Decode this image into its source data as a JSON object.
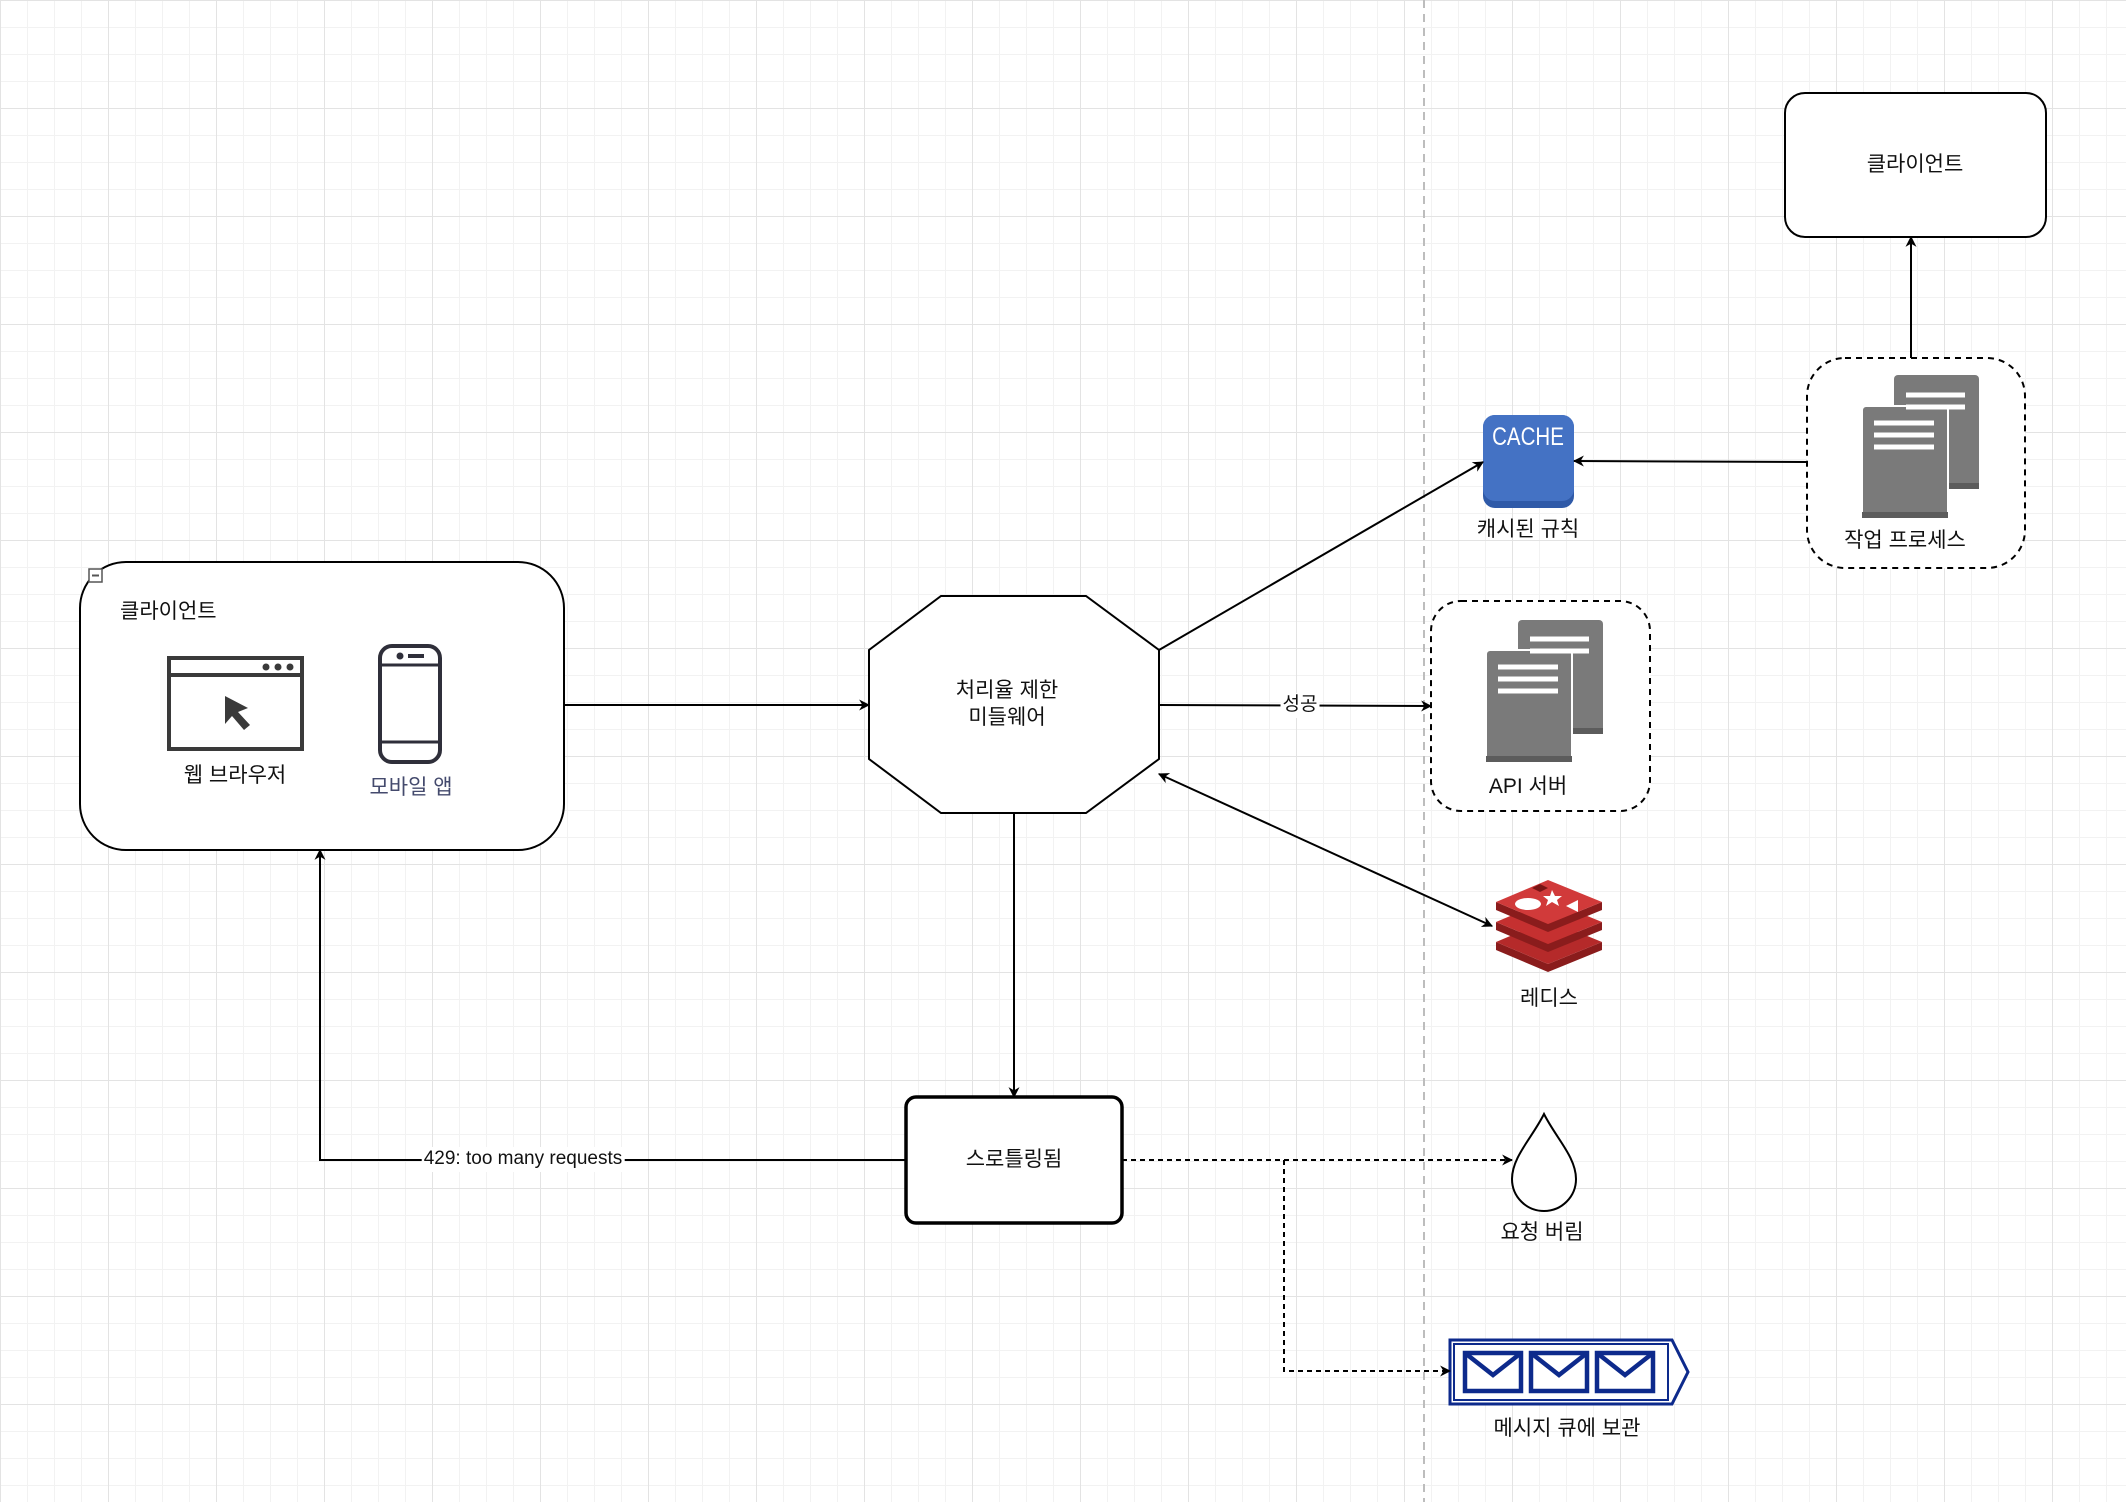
{
  "nodes": {
    "client_group": {
      "label": "클라이언트",
      "web_browser": "웹 브라우저",
      "mobile_app": "모바일 앱"
    },
    "middleware": {
      "line1": "처리율 제한",
      "line2": "미들웨어"
    },
    "throttled": {
      "label": "스로틀링됨"
    },
    "cache": {
      "icon_text": "CACHE",
      "label": "캐시된 규칙"
    },
    "worker": {
      "label": "작업 프로세스"
    },
    "top_client": {
      "label": "클라이언트"
    },
    "api_server": {
      "label": "API 서버"
    },
    "redis": {
      "label": "레디스"
    },
    "drop": {
      "label": "요청 버림"
    },
    "queue": {
      "label": "메시지 큐에 보관"
    }
  },
  "edges": {
    "success": "성공",
    "too_many": "429: too many requests"
  },
  "colors": {
    "cache_blue": "#4472c4",
    "server_gray": "#7a7a7a",
    "redis_red": "#b52a2a",
    "queue_navy": "#0d2a8c",
    "mobile_text": "#444a6d"
  }
}
